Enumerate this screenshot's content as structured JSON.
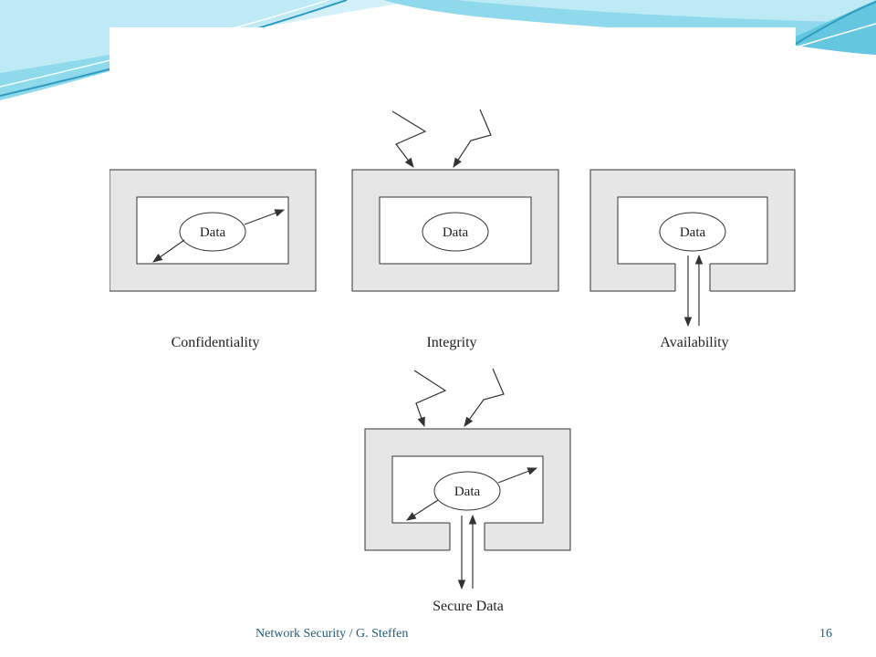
{
  "diagram": {
    "panels": [
      {
        "label": "Confidentiality",
        "core": "Data"
      },
      {
        "label": "Integrity",
        "core": "Data"
      },
      {
        "label": "Availability",
        "core": "Data"
      },
      {
        "label": "Secure Data",
        "core": "Data"
      }
    ]
  },
  "footer": {
    "text": "Network Security /  G. Steffen",
    "page": "16"
  },
  "colors": {
    "frame": "#e6e6e6",
    "stroke": "#333333",
    "wave_light": "#b5e3ef",
    "wave_mid": "#64c7df",
    "wave_dark": "#2f9cc0"
  }
}
